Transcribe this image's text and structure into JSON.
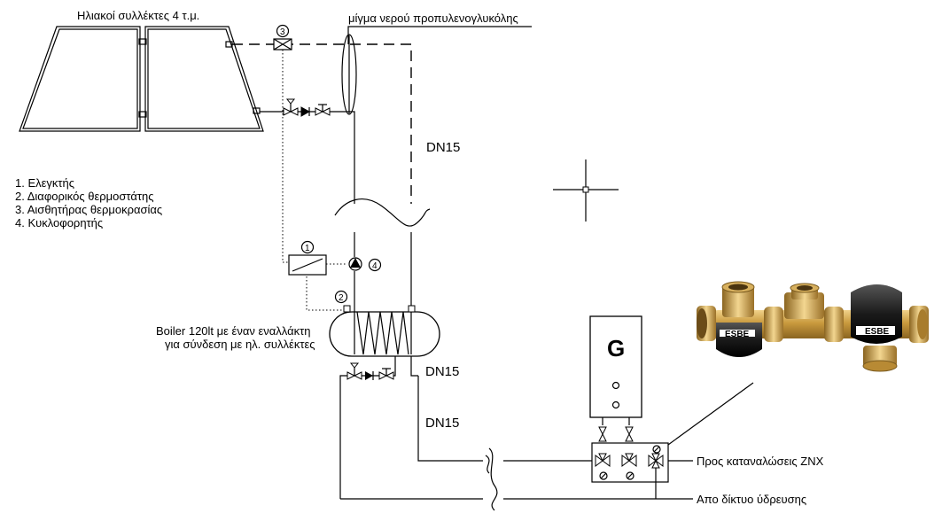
{
  "labels": {
    "collectors": "Ηλιακοί συλλέκτες 4 τ.μ.",
    "fluid": "μίγμα νερού προπυλενογλυκόλης",
    "legend": [
      "1. Ελεγκτής",
      "2. Διαφορικός θερμοστάτης",
      "3. Αισθητήρας θερμοκρασίας",
      "4. Κυκλοφορητής"
    ],
    "boiler_line1": "Boiler 120lt με έναν εναλλάκτη",
    "boiler_line2": "για σύνδεση με ηλ. συλλέκτες",
    "dn_upper": "DN15",
    "dn_boiler": "DN15",
    "dn_lower": "DN15",
    "heater": "G",
    "to_consumption": "Προς καταναλώσεις ZNX",
    "from_mains": "Απο δίκτυο ύδρευσης"
  },
  "markers": {
    "m1": "1",
    "m2": "2",
    "m3": "3",
    "m4": "4"
  },
  "photo_badges": {
    "left": "ESBE",
    "right": "ESBE"
  }
}
